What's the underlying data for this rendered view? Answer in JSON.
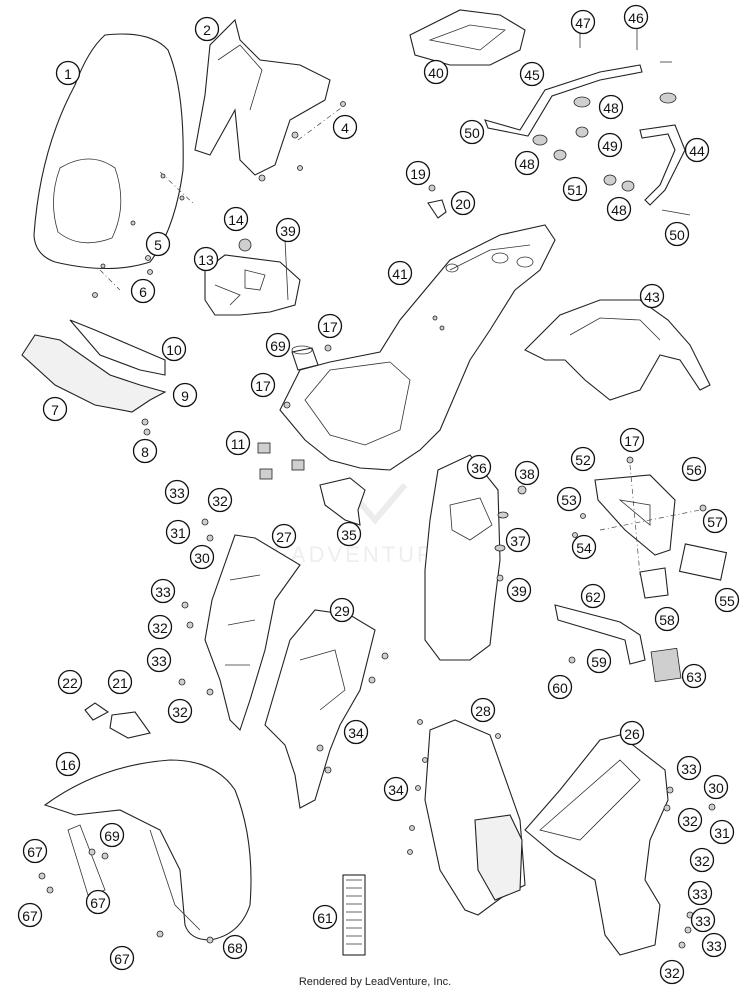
{
  "diagram": {
    "callouts": [
      "1",
      "2",
      "4",
      "5",
      "6",
      "7",
      "8",
      "9",
      "10",
      "11",
      "13",
      "14",
      "16",
      "17",
      "17",
      "17",
      "19",
      "20",
      "21",
      "22",
      "26",
      "27",
      "28",
      "29",
      "30",
      "30",
      "31",
      "31",
      "32",
      "32",
      "32",
      "32",
      "32",
      "32",
      "33",
      "33",
      "33",
      "33",
      "33",
      "33",
      "33",
      "34",
      "34",
      "35",
      "36",
      "37",
      "38",
      "39",
      "39",
      "40",
      "41",
      "43",
      "44",
      "45",
      "46",
      "47",
      "48",
      "48",
      "48",
      "49",
      "50",
      "50",
      "51",
      "52",
      "53",
      "54",
      "55",
      "56",
      "57",
      "58",
      "59",
      "60",
      "61",
      "62",
      "63",
      "67",
      "67",
      "67",
      "67",
      "68",
      "69",
      "69"
    ],
    "watermark": "LEADVENTURE"
  },
  "footer": {
    "credit": "Rendered by LeadVenture, Inc."
  }
}
